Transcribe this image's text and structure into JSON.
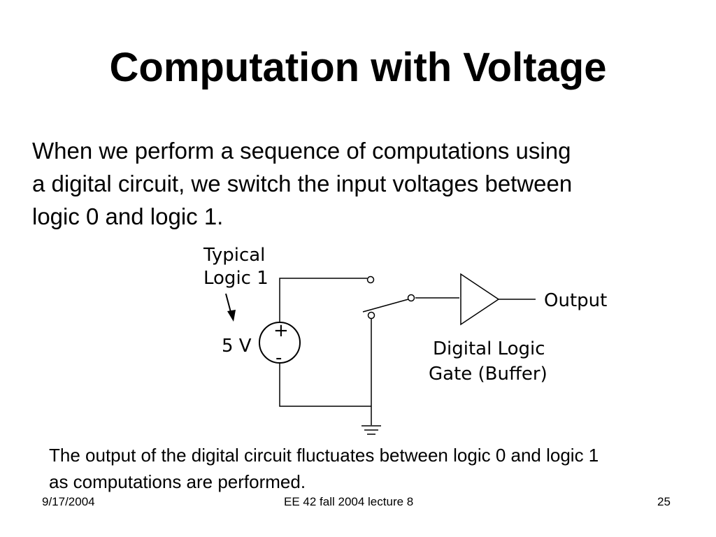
{
  "slide": {
    "title": "Computation with Voltage",
    "body_lines": [
      "When we perform a sequence of computations using",
      "a digital circuit, we switch the input voltages between",
      "logic 0 and logic 1."
    ],
    "caption_lines": [
      "The output of the digital circuit fluctuates between logic 0 and logic 1",
      "as computations are performed."
    ]
  },
  "diagram": {
    "annotation_line1": "Typical",
    "annotation_line2": "Logic 1",
    "source_voltage": "5 V",
    "plus_sign": "+",
    "minus_sign": "-",
    "output_label": "Output",
    "gate_label_line1": "Digital Logic",
    "gate_label_line2": "Gate (Buffer)"
  },
  "footer": {
    "date": "9/17/2004",
    "course": "EE 42 fall 2004 lecture 8",
    "page_number": "25"
  }
}
